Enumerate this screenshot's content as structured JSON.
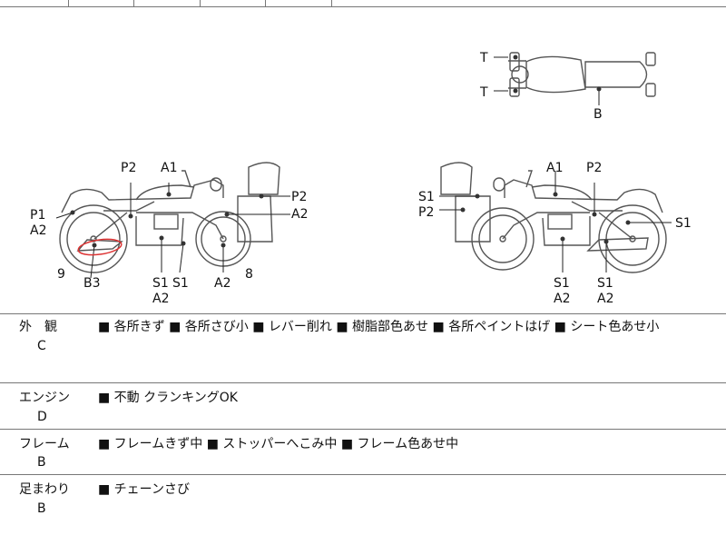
{
  "diagram": {
    "top_view": {
      "t1": "T",
      "t2": "T",
      "b": "B"
    },
    "left_view": {
      "p2_top": "P2",
      "a1": "A1",
      "p2_right": "P2",
      "a2_right": "A2",
      "p1": "P1",
      "a2_left": "A2",
      "nine": "9",
      "b3": "B3",
      "s1_a": "S1",
      "s1_b": "S1",
      "a2_bottom": "A2",
      "a2_mid": "A2",
      "eight": "8"
    },
    "right_view": {
      "a1": "A1",
      "p2_top": "P2",
      "s1_left": "S1",
      "p2_left": "P2",
      "s1_right": "S1",
      "s1_b1": "S1",
      "a2_b1": "A2",
      "s1_b2": "S1",
      "a2_b2": "A2"
    }
  },
  "rows": [
    {
      "category": "外　観",
      "grade": "C",
      "notes": "■ 各所きず ■ 各所さび小 ■ レバー削れ ■ 樹脂部色あせ ■ 各所ペイントはげ ■ シート色あせ小"
    },
    {
      "category": "エンジン",
      "grade": "D",
      "notes": "■ 不動 クランキングOK"
    },
    {
      "category": "フレーム",
      "grade": "B",
      "notes": "■ フレームきず中 ■ ストッパーへこみ中 ■ フレーム色あせ中"
    },
    {
      "category": "足まわり",
      "grade": "B",
      "notes": "■ チェーンさび"
    }
  ]
}
